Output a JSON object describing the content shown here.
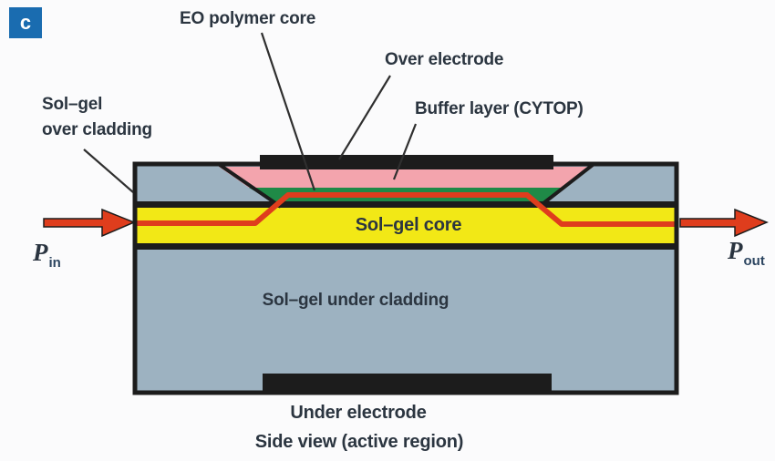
{
  "panel": {
    "badge": "c"
  },
  "labels": {
    "eo_polymer_core": "EO polymer core",
    "over_electrode": "Over electrode",
    "buffer_layer": "Buffer layer (CYTOP)",
    "solgel_over_cladding_line1": "Sol–gel",
    "solgel_over_cladding_line2": "over cladding",
    "solgel_core": "Sol–gel core",
    "solgel_under_cladding": "Sol–gel under cladding",
    "under_electrode": "Under electrode",
    "p_in_symbol": "P",
    "p_in_subscript": "in",
    "p_out_symbol": "P",
    "p_out_subscript": "out"
  },
  "caption": {
    "text": "Side view (active region)"
  },
  "colors": {
    "panel_badge_blue": "#1a6cb0",
    "cladding_gray": "#9db2c1",
    "core_yellow": "#f2e816",
    "buffer_pink": "#f3a4ad",
    "eo_polymer_green": "#1f8a47",
    "light_path_red": "#df3d1d",
    "electrode_black": "#1c1c1c",
    "label_text": "#2b3540"
  }
}
